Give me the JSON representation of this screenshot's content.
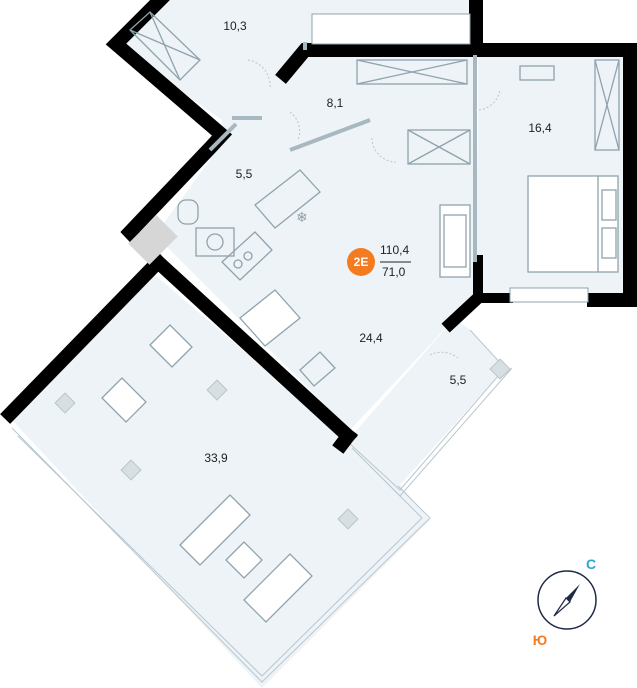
{
  "unit": {
    "badge": "2E",
    "total_area": "110,4",
    "living_area": "71,0",
    "badge_color": "#f47b20"
  },
  "rooms": [
    {
      "id": "room-top",
      "area": "10,3"
    },
    {
      "id": "hall",
      "area": "8,1"
    },
    {
      "id": "bathroom",
      "area": "5,5"
    },
    {
      "id": "bedroom",
      "area": "16,4"
    },
    {
      "id": "living-kitchen",
      "area": "24,4"
    },
    {
      "id": "balcony",
      "area": "5,5"
    },
    {
      "id": "terrace",
      "area": "33,9"
    }
  ],
  "compass": {
    "north_label": "С",
    "south_label": "Ю",
    "north_color": "#2aa6d6",
    "south_color": "#f47b20"
  },
  "colors": {
    "floor": "#edf3f6",
    "wall": "#000000",
    "furniture": "#8fa3ad"
  }
}
